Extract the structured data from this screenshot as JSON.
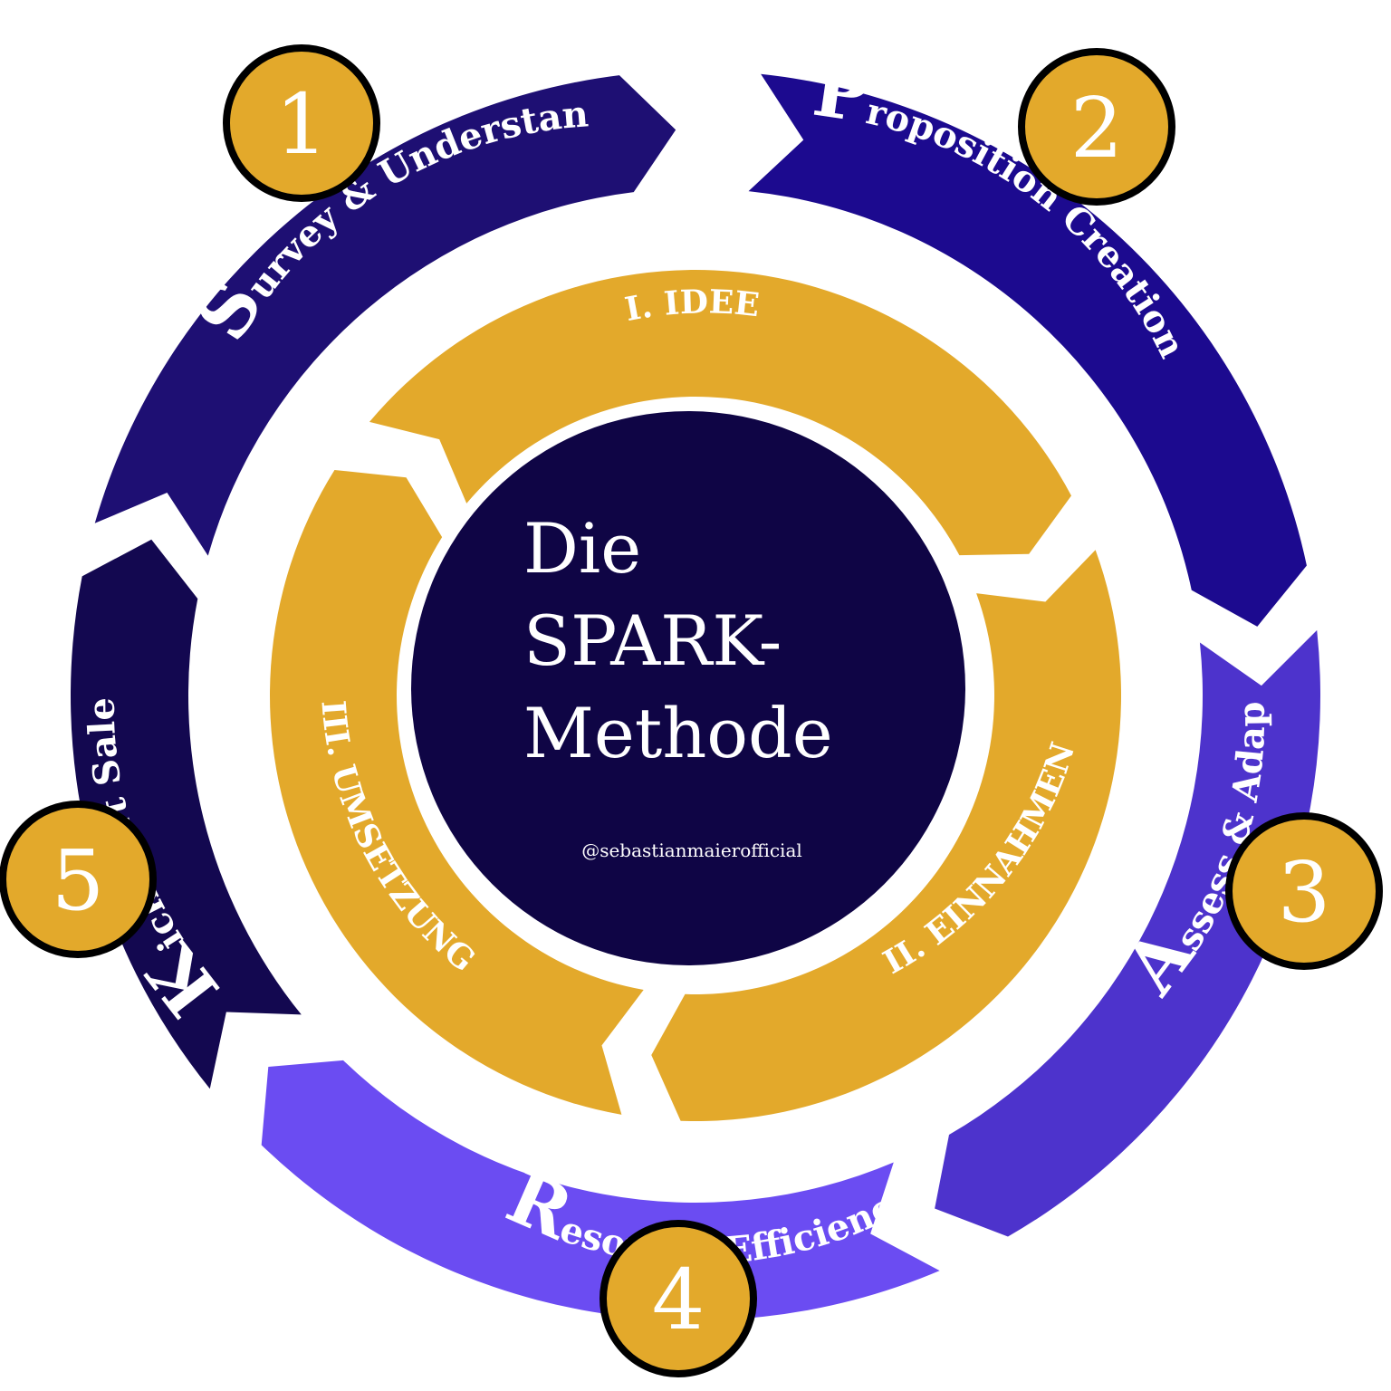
{
  "center": {
    "title_lines": [
      "Die",
      "SPARK-",
      "Methode"
    ],
    "handle": "@sebastianmaierofficial"
  },
  "phases": [
    {
      "label": "I. IDEE"
    },
    {
      "label": "II. EINNAHMEN"
    },
    {
      "label": "III. UMSETZUNG"
    }
  ],
  "steps": [
    {
      "number": "1",
      "initial": "S",
      "rest": "urvey & Understand",
      "color": "#1e0f73"
    },
    {
      "number": "2",
      "initial": "P",
      "rest": "roposition Creation",
      "color": "#1c0a8f"
    },
    {
      "number": "3",
      "initial": "A",
      "rest": "ssess & Adapt",
      "color": "#4d33cc"
    },
    {
      "number": "4",
      "initial": "R",
      "rest": "esource Efficiency",
      "color": "#6b4cf2"
    },
    {
      "number": "5",
      "initial": "K",
      "rest": "ickstart Sales",
      "color": "#130850"
    }
  ],
  "colors": {
    "gold": "#e3a92b",
    "center": "#0f0545",
    "badge_outline": "#000000"
  }
}
